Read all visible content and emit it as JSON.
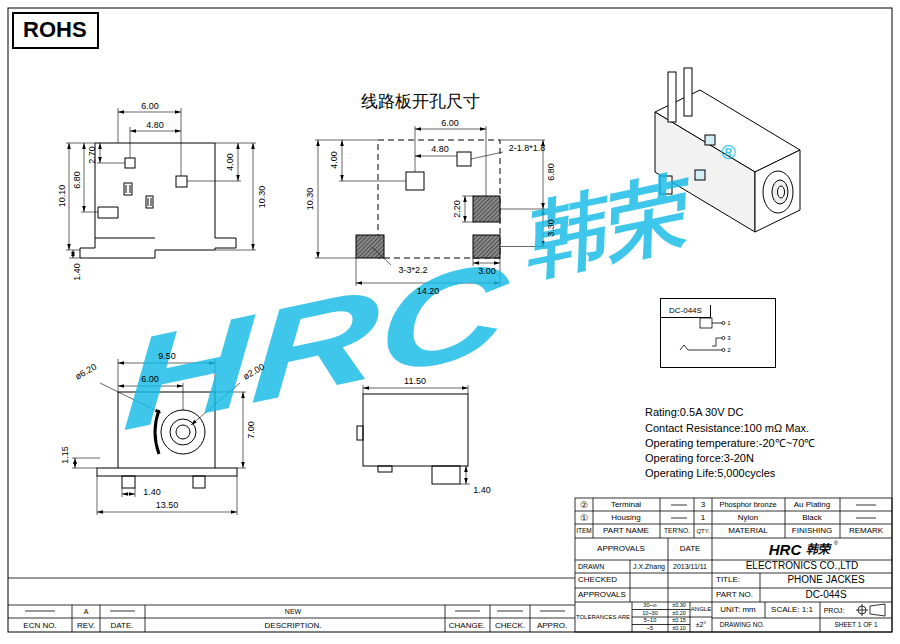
{
  "diagram": {
    "nodes": [
      {
        "text": [
          "ROHS"
        ]
      },
      {
        "text": [
          "DC-044S"
        ]
      }
    ],
    "labels": [
      "线路板开孔尺寸",
      "6.00",
      "4.80",
      "2.70",
      "6.80",
      "10.10",
      "4.00",
      "10.30",
      "1.40",
      "6.00",
      "4.80",
      "2-1.8*1.8",
      "4.00",
      "10.30",
      "6.80",
      "2.20",
      "3.30",
      "3-3*2.2",
      "3.00",
      "14.20",
      "HRC",
      "韩荣",
      "®",
      "ø6.20",
      "9.50",
      "6.00",
      "ø2.00",
      "1.15",
      "7.00",
      "1.40",
      "13.50",
      "11.50",
      "1.40",
      "1",
      "3",
      "2",
      "Rating:0.5A 30V DC",
      "Contact Resistance:100 mΩ Max.",
      "Operating temperature:-20℃~70℃",
      "Operating force:3-20N",
      "Operating Life:5,000cycles",
      "②",
      "Terminal",
      "3",
      "Phosphor bronze",
      "Au Plating",
      "①",
      "Housing",
      "1",
      "Nylon",
      "Black",
      "ITEM",
      "PART NAME",
      "TER'NO.",
      "QTY.",
      "MATERIAL",
      "FINISHING",
      "REMARK",
      "APPROVALS",
      "DATE",
      "HRC",
      "韩荣",
      "®",
      "DRAWN",
      "J.X.Zhang",
      "2013/11/11",
      "ELECTRONICS CO.,LTD",
      "CHECKED",
      "TITLE:",
      "PHONE JACKES",
      "APPROVALS",
      "PART NO.",
      "DC-044S",
      "TOLERANCES ARE",
      "30~∞",
      "±0.30",
      "10~30",
      "±0.20",
      "5~10",
      "±0.15",
      "~5",
      "±0.10",
      "ANGLE",
      "±2°",
      "UNIT: mm",
      "SCALE: 1:1",
      "PROJ:",
      "DRAWING NO.",
      "SHEET 1 OF 1",
      "A",
      "NEW",
      "ECN NO.",
      "REV.",
      "DATE.",
      "DESCRIPTION.",
      "CHANGE.",
      "CHECK.",
      "APPRO."
    ]
  }
}
